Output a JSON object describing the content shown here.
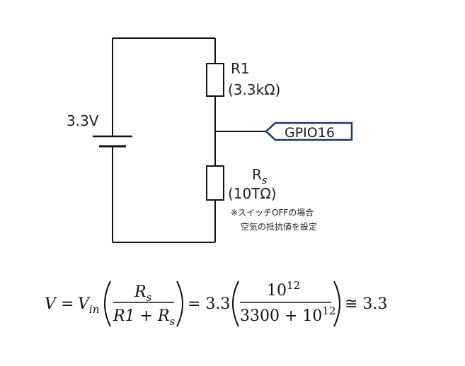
{
  "circuit": {
    "battery_label": "3.3V",
    "r1_name": "R1",
    "r1_value": "(3.3kΩ)",
    "rs_name": "R",
    "rs_sub": "s",
    "rs_value": "(10TΩ)",
    "gpio_label": "GPIO16",
    "note_line1": "※スイッチOFFの場合",
    "note_line2": "空気の抵抗値を設定"
  },
  "formula": {
    "V": "V",
    "equals1": "=",
    "Vin_V": "V",
    "Vin_sub": "in",
    "frac1_num_R": "R",
    "frac1_num_sub": "s",
    "frac1_den_R1": "R1 + R",
    "frac1_den_sub": "s",
    "equals2": "= 3.3",
    "frac2_num_base": "10",
    "frac2_num_exp": "12",
    "frac2_den_base": "3300 + 10",
    "frac2_den_exp": "12",
    "approx": "≅ 3.3"
  }
}
